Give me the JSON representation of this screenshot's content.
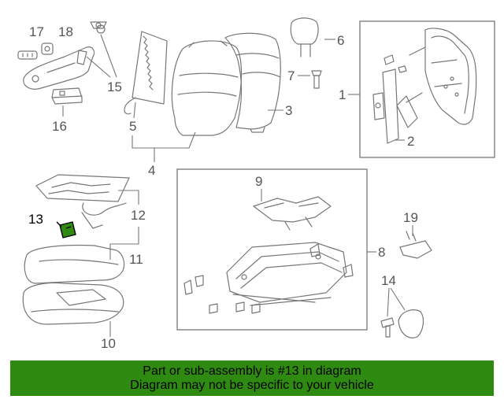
{
  "diagram": {
    "callouts": [
      "1",
      "2",
      "3",
      "4",
      "5",
      "6",
      "7",
      "8",
      "9",
      "10",
      "11",
      "12",
      "13",
      "14",
      "15",
      "16",
      "17",
      "18",
      "19"
    ],
    "highlight_callout": "13",
    "highlight_color": "#2f8a12"
  },
  "banner": {
    "line1": "Part or sub-assembly is #13 in diagram",
    "line2": "Diagram may not be specific to your vehicle",
    "background": "#2f8a12"
  }
}
